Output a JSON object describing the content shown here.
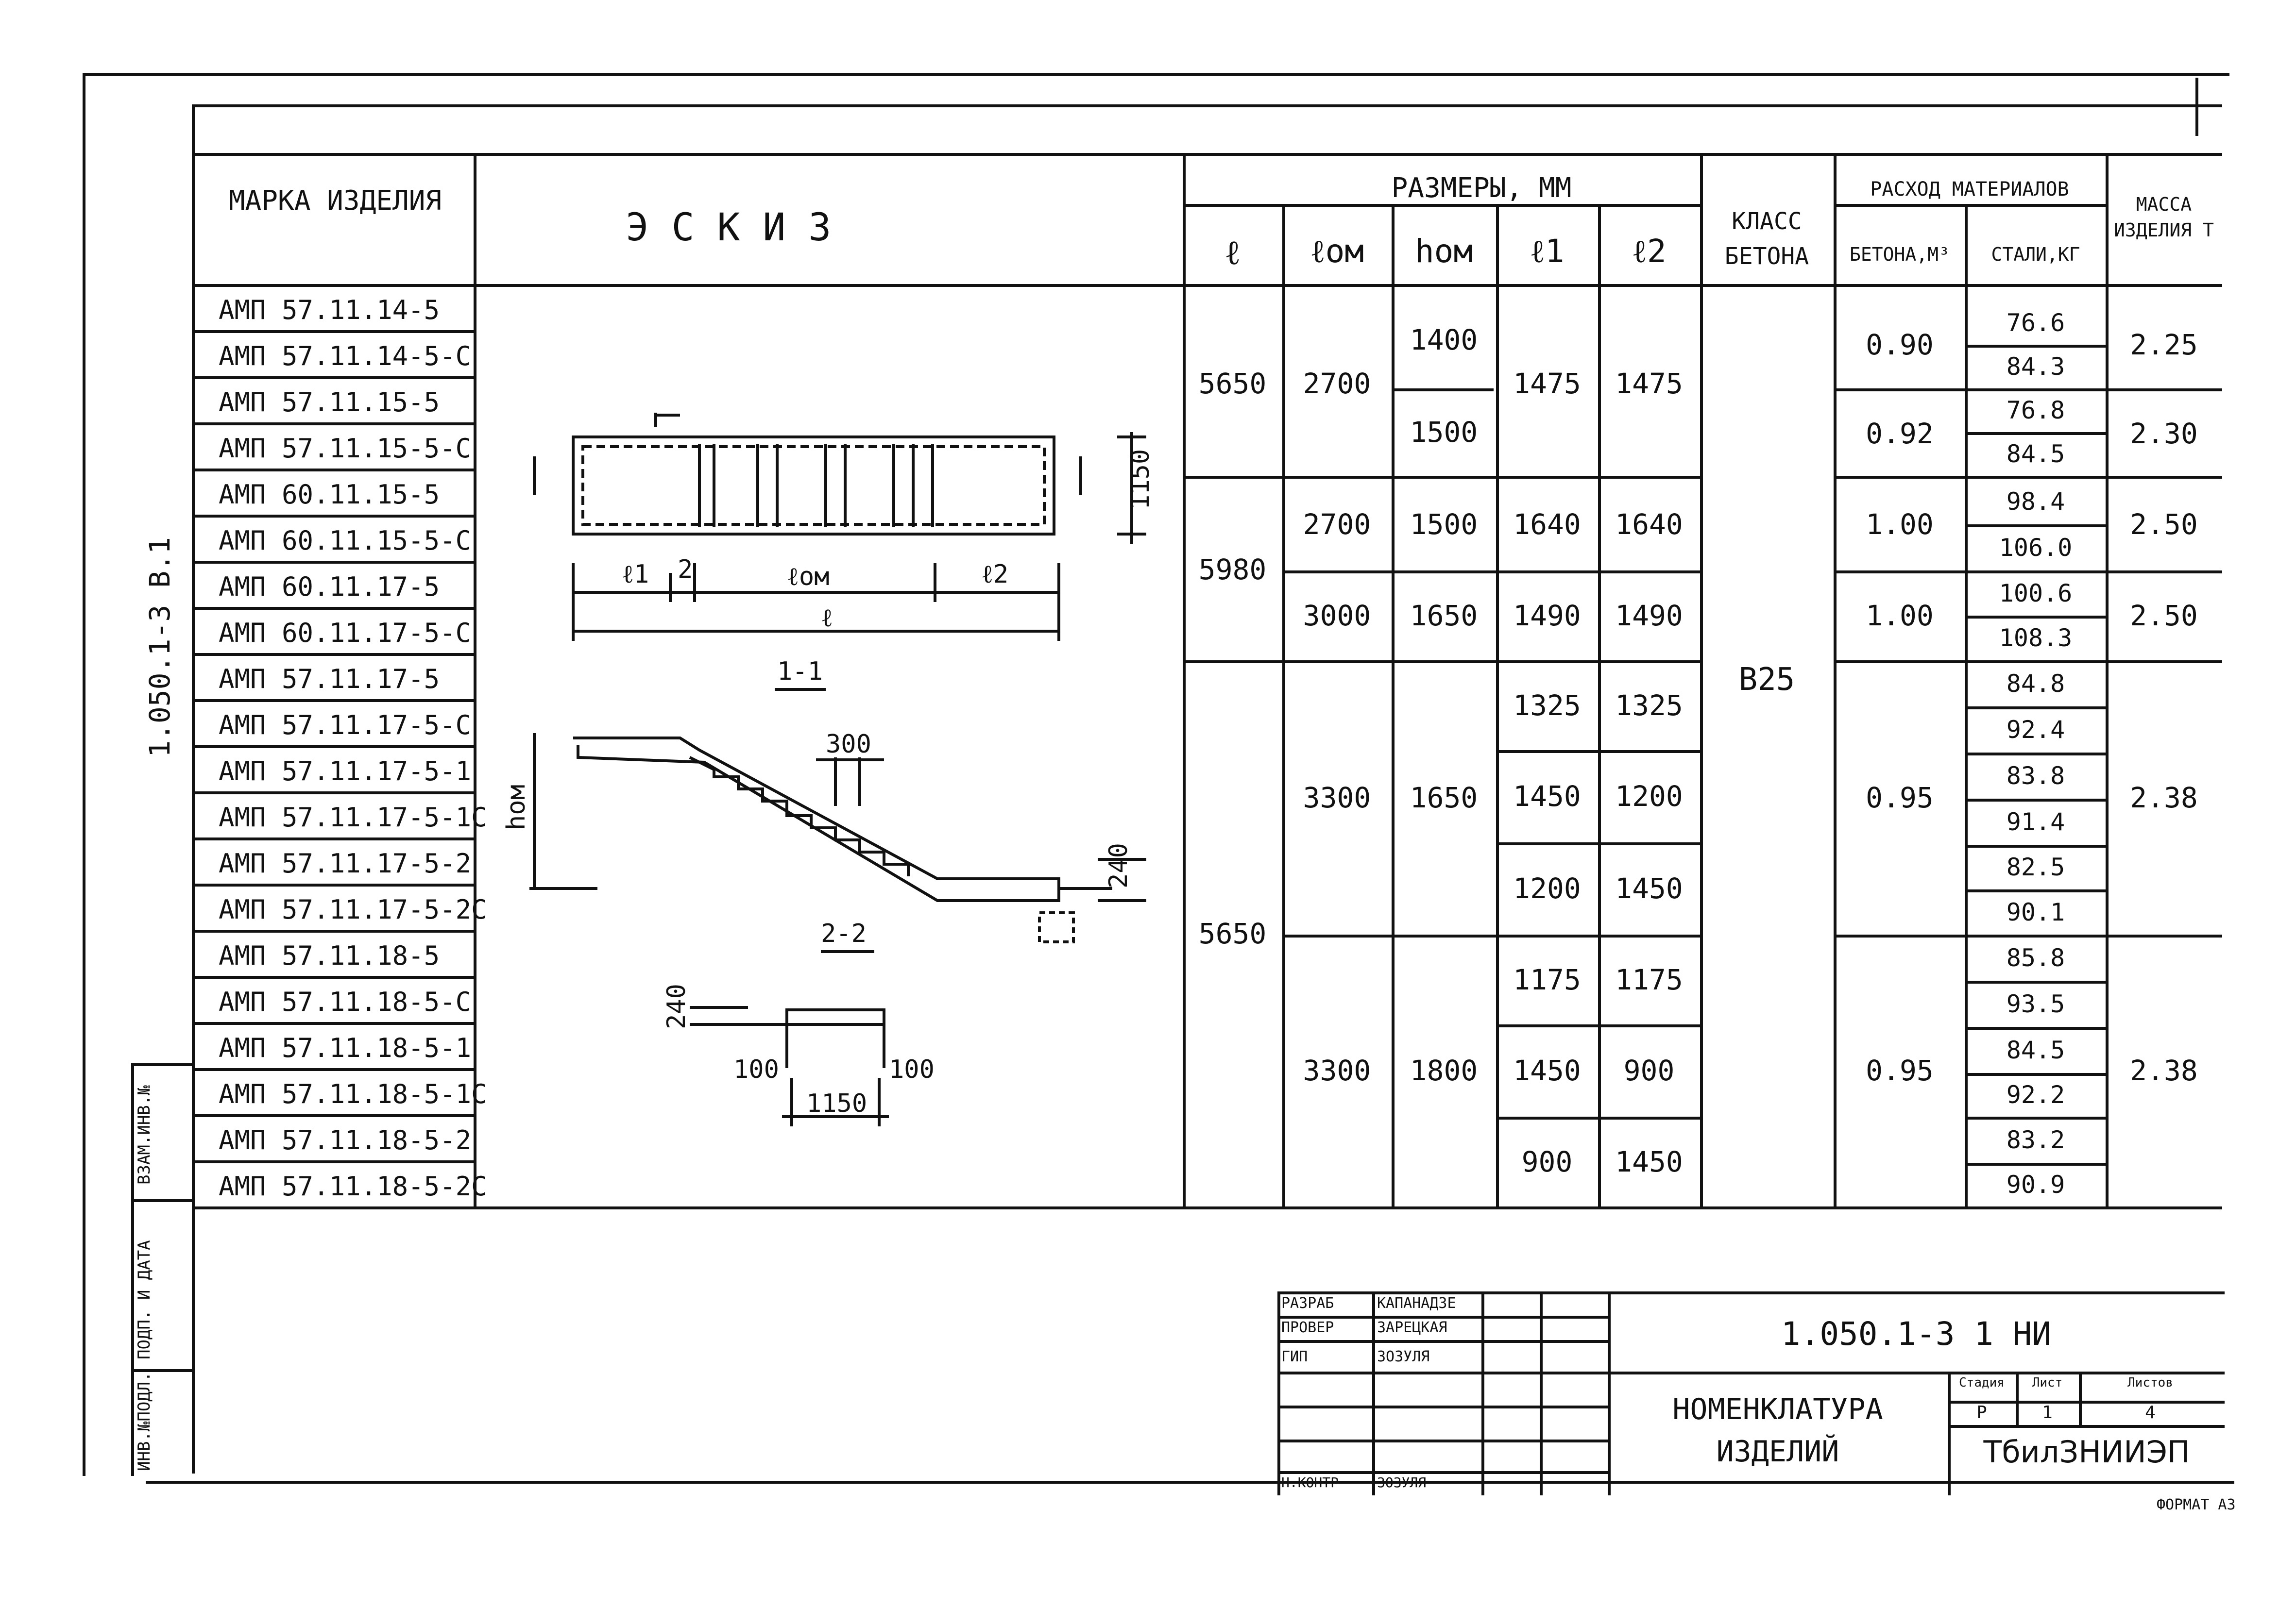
{
  "doc_code_side": "1.050.1-3  B.1",
  "headers": {
    "mark": "МАРКА ИЗДЕЛИЯ",
    "sketch": "Э С К И З",
    "sizes": "РАЗМЕРЫ, ММ",
    "l": "ℓ",
    "lom": "ℓом",
    "hom": "hом",
    "l1": "ℓ1",
    "l2": "ℓ2",
    "concrete_class": "КЛАСС БЕТОНА",
    "materials": "РАСХОД МАТЕРИАЛОВ",
    "concrete_m3": "БЕТОНА,М³",
    "steel_kg": "СТАЛИ,КГ",
    "mass": "МАССА ИЗДЕЛИЯ Т"
  },
  "marks": [
    "АМП 57.11.14-5",
    "АМП 57.11.14-5-С",
    "АМП 57.11.15-5",
    "АМП 57.11.15-5-С",
    "АМП 60.11.15-5",
    "АМП 60.11.15-5-С",
    "АМП 60.11.17-5",
    "АМП 60.11.17-5-С",
    "АМП 57.11.17-5",
    "АМП 57.11.17-5-С",
    "АМП 57.11.17-5-1",
    "АМП 57.11.17-5-1С",
    "АМП 57.11.17-5-2",
    "АМП 57.11.17-5-2С",
    "АМП 57.11.18-5",
    "АМП 57.11.18-5-С",
    "АМП 57.11.18-5-1",
    "АМП 57.11.18-5-1С",
    "АМП 57.11.18-5-2",
    "АМП 57.11.18-5-2С"
  ],
  "l_values": [
    "5650",
    "5980",
    "5650"
  ],
  "lom_values": [
    "2700",
    "2700",
    "3000",
    "3300",
    "3300"
  ],
  "hom_values": [
    "1400",
    "1500",
    "1500",
    "1650",
    "1650",
    "1800"
  ],
  "l1_values": [
    "1475",
    "1640",
    "1490",
    "1325",
    "1450",
    "1200",
    "1175",
    "1450",
    "900"
  ],
  "l2_values": [
    "1475",
    "1640",
    "1490",
    "1325",
    "1200",
    "1450",
    "1175",
    "900",
    "1450"
  ],
  "concrete_class": "В25",
  "concrete_volumes": [
    "0.90",
    "0.92",
    "1.00",
    "1.00",
    "0.95",
    "0.95"
  ],
  "steel_values": [
    "76.6",
    "84.3",
    "76.8",
    "84.5",
    "98.4",
    "106.0",
    "100.6",
    "108.3",
    "84.8",
    "92.4",
    "83.8",
    "91.4",
    "82.5",
    "90.1",
    "85.8",
    "93.5",
    "84.5",
    "92.2",
    "83.2",
    "90.9"
  ],
  "mass_values": [
    "2.25",
    "2.30",
    "2.50",
    "2.50",
    "2.38",
    "2.38"
  ],
  "sketch": {
    "l1": "ℓ1",
    "lom": "ℓом",
    "l2": "ℓ2",
    "l": "ℓ",
    "two": "2",
    "dim_1150": "1150",
    "dim_300": "300",
    "dim_240": "240",
    "hom": "hом",
    "dim_100a": "100",
    "dim_100b": "100",
    "dim_1150b": "1150",
    "section_11": "1-1",
    "section_22": "2-2"
  },
  "title_block": {
    "doc_code": "1.050.1-3  1  НИ",
    "title": "НОМЕНКЛАТУРА ИЗДЕЛИЙ",
    "roles": [
      "РАЗРАБ",
      "ПРОВЕР",
      "ГИП",
      "",
      "",
      "Н.КОНТР"
    ],
    "names": [
      "КАПАНАДЗЕ",
      "ЗАРЕЦКАЯ",
      "ЗОЗУЛЯ",
      "",
      "",
      "ЗОЗУЛЯ"
    ],
    "stage_label": "Стадия",
    "sheet_label": "Лист",
    "sheets_label": "Листов",
    "stage": "Р",
    "sheet": "1",
    "sheets": "4",
    "org": "ТбилЗНИИЭП",
    "format": "ФОРМАТ А3"
  },
  "side_stamps": [
    "ИНВ.№ПОДЛ.",
    "ПОДП. И ДАТА",
    "ВЗАМ.ИНВ.№"
  ]
}
